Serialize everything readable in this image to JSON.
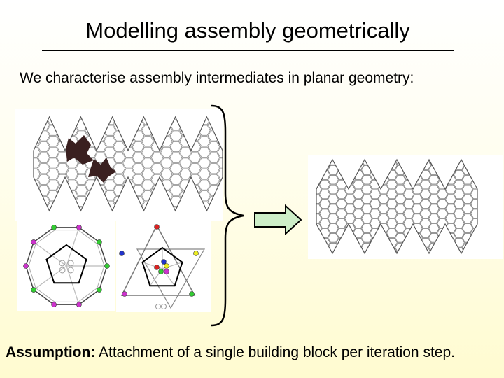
{
  "slide": {
    "title": "Modelling assembly geometrically",
    "subtitle": "We characterise assembly intermediates in planar geometry:",
    "assumption_label": "Assumption:",
    "assumption_text": " Attachment of a single building block per iteration step."
  },
  "icons": {
    "brace": "right-curly-brace-icon",
    "arrow": "right-arrow-icon"
  },
  "colors": {
    "arrow_fill": "#cdeec8",
    "block_fill": "#3a2020",
    "dot_green": "#33cc33",
    "dot_magenta": "#cc33cc",
    "dot_red": "#dd2222",
    "dot_blue": "#2233cc",
    "dot_yellow": "#eeee22"
  }
}
